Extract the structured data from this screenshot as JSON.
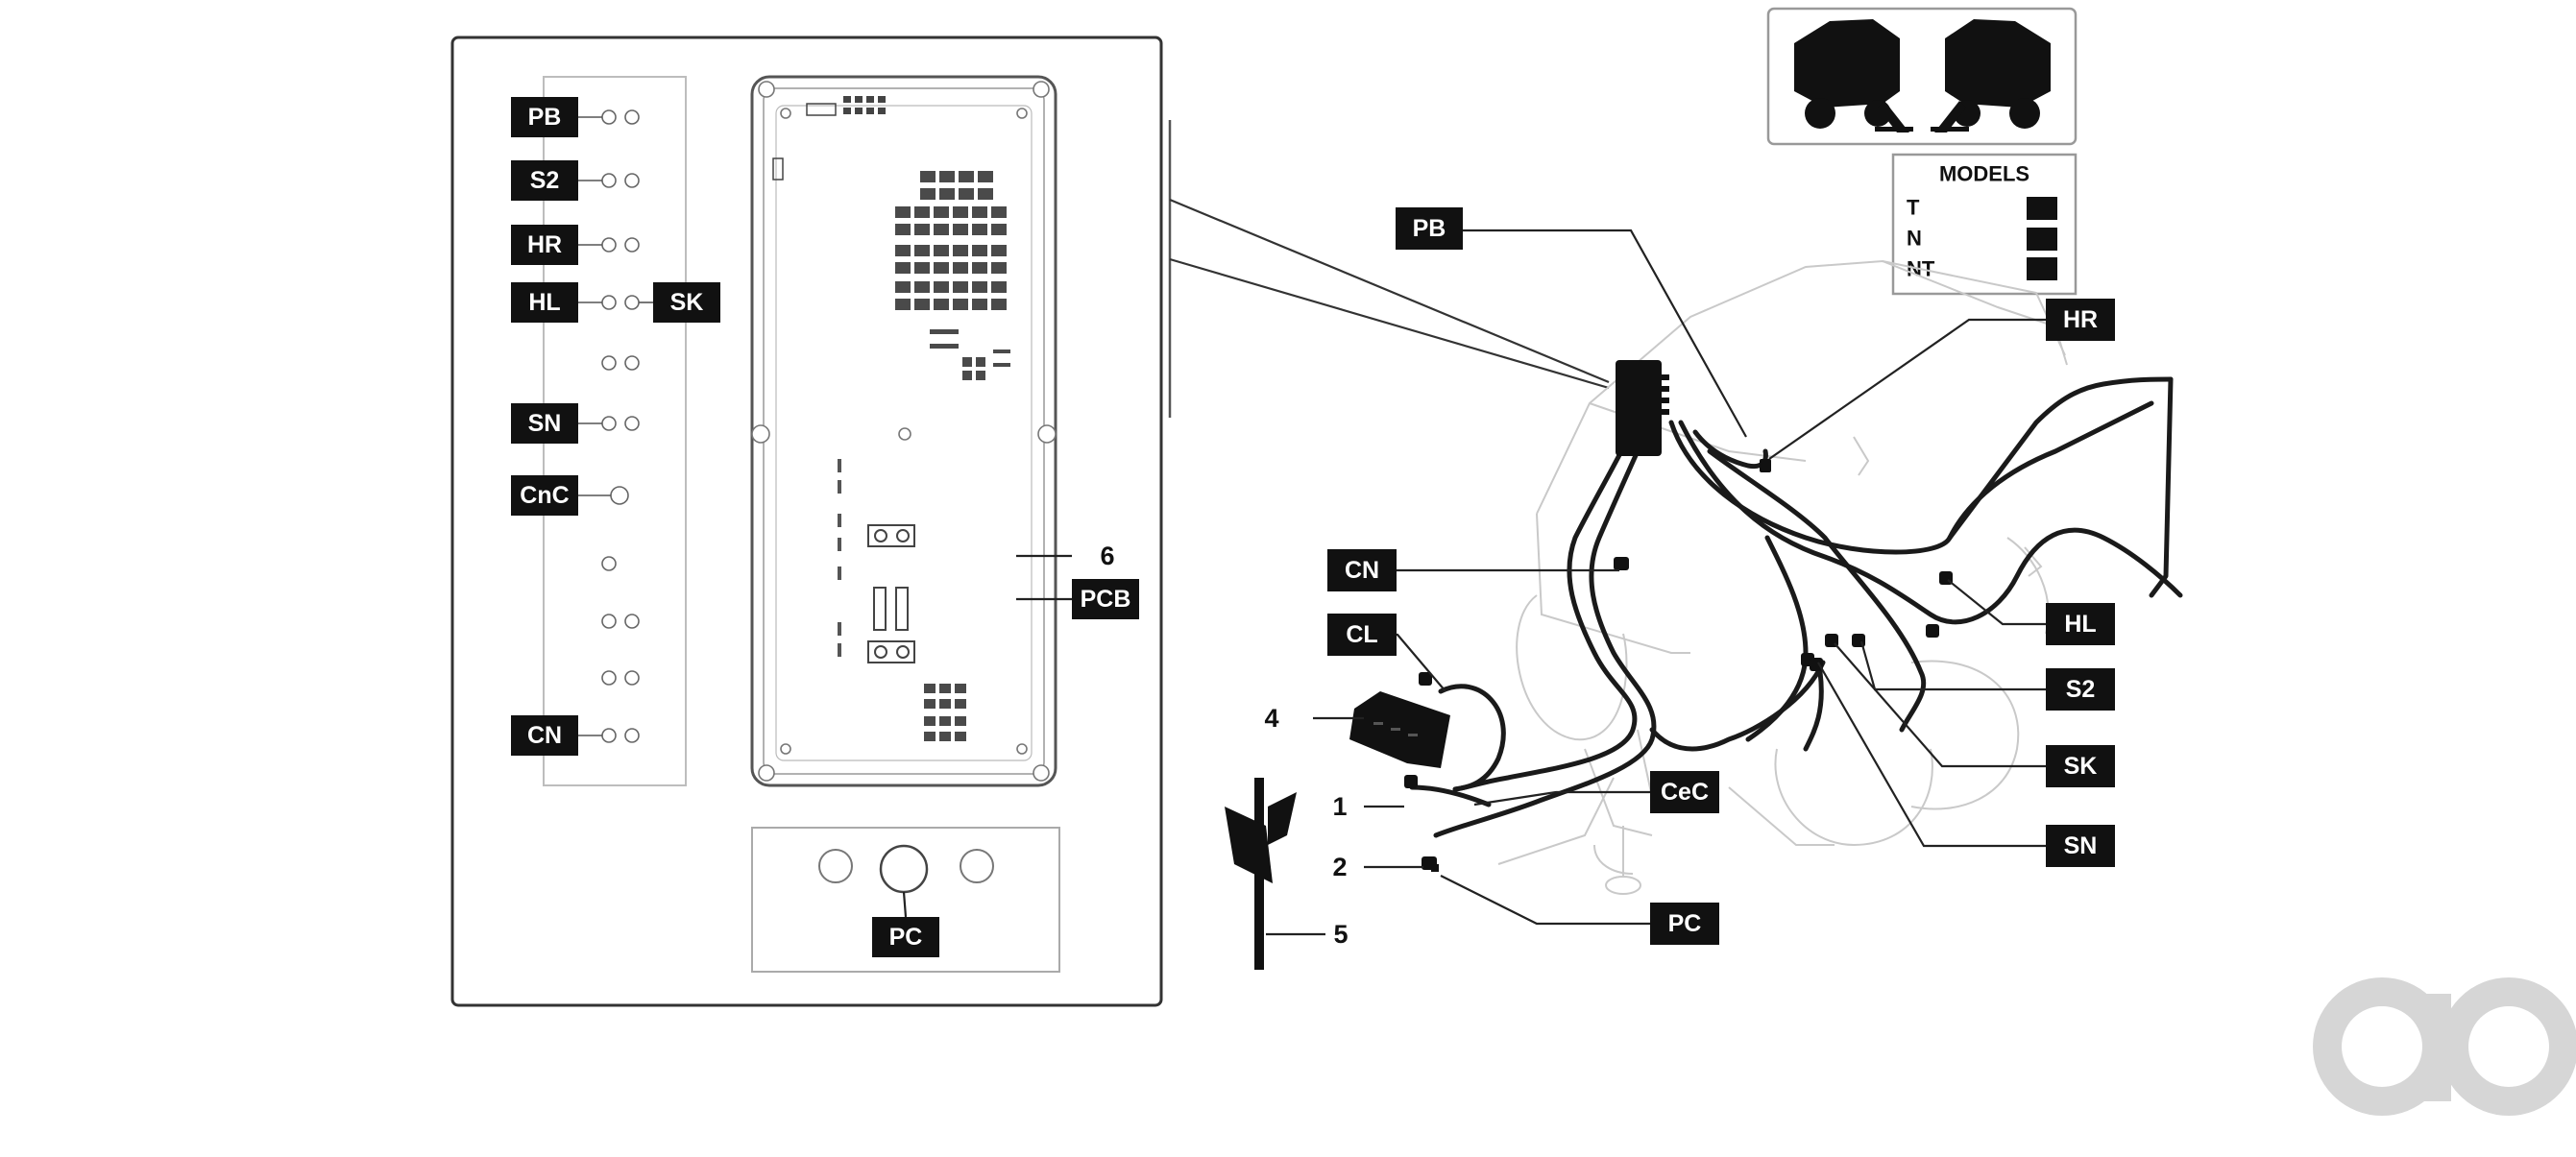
{
  "panel_labels": {
    "pb": "PB",
    "s2": "S2",
    "hr": "HR",
    "hl": "HL",
    "sk": "SK",
    "sn": "SN",
    "cnc": "CnC",
    "cn": "CN",
    "pcb": "PCB",
    "pc": "PC",
    "item_6": "6"
  },
  "machine_labels": {
    "pb": "PB",
    "hr": "HR",
    "cn": "CN",
    "cl": "CL",
    "hl": "HL",
    "s2": "S2",
    "sk": "SK",
    "cec": "CeC",
    "sn": "SN",
    "pc": "PC",
    "item_1": "1",
    "item_2": "2",
    "item_4": "4",
    "item_5": "5"
  },
  "models_legend": {
    "title": "MODELS",
    "rows": [
      "T",
      "N",
      "NT"
    ]
  },
  "watermark": "ao",
  "colors": {
    "label_fill": "#111111",
    "label_text": "#ffffff",
    "line": "#222222",
    "watermark": "#d6d6d6"
  }
}
